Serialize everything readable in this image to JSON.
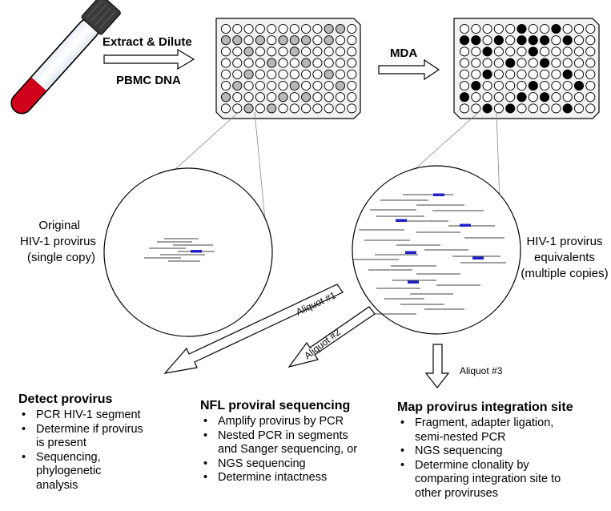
{
  "steps": {
    "extract": "Extract & Dilute",
    "pbmc": "PBMC DNA",
    "mda": "MDA"
  },
  "labels": {
    "original": [
      "Original",
      "HIV-1 provirus",
      "(single copy)"
    ],
    "equivalents": [
      "HIV-1 provirus",
      "equivalents",
      "(multiple copies)"
    ]
  },
  "aliquots": {
    "a1": "Aliquot #1",
    "a2": "Aliquot #2",
    "a3": "Aliquot #3"
  },
  "panels": [
    {
      "title": "Detect provirus",
      "items": [
        "PCR HIV-1 segment",
        "Determine if provirus|is present",
        "Sequencing,|phylogenetic|analysis"
      ]
    },
    {
      "title": "NFL proviral sequencing",
      "items": [
        "Amplify provirus by PCR",
        "Nested PCR in segments|and Sanger sequencing, or",
        "NGS sequencing",
        "Determine intactness"
      ]
    },
    {
      "title": "Map provirus integration site",
      "items": [
        "Fragment, adapter ligation,|semi-nested PCR",
        "NGS sequencing",
        "Determine clonality by|comparing integration site to|other proviruses"
      ]
    }
  ],
  "colors": {
    "blood": "#d0021b",
    "cap": "#3a3a3a",
    "marker": "#2020c8",
    "gray_well": "#b8b8b8",
    "filled_well": "#000000"
  },
  "plate1_gray_wells": [
    [
      0,
      9
    ],
    [
      0,
      10
    ],
    [
      1,
      0
    ],
    [
      1,
      1
    ],
    [
      1,
      3
    ],
    [
      1,
      5
    ],
    [
      1,
      6
    ],
    [
      1,
      7
    ],
    [
      1,
      9
    ],
    [
      2,
      2
    ],
    [
      2,
      6
    ],
    [
      3,
      4
    ],
    [
      3,
      7
    ],
    [
      4,
      2
    ],
    [
      4,
      9
    ],
    [
      5,
      1
    ],
    [
      5,
      6
    ],
    [
      5,
      10
    ],
    [
      6,
      0
    ],
    [
      6,
      5
    ],
    [
      6,
      7
    ],
    [
      7,
      2
    ],
    [
      7,
      4
    ]
  ],
  "plate2_black_wells": [
    [
      0,
      5
    ],
    [
      0,
      8
    ],
    [
      1,
      0
    ],
    [
      1,
      1
    ],
    [
      1,
      3
    ],
    [
      1,
      5
    ],
    [
      1,
      6
    ],
    [
      1,
      7
    ],
    [
      1,
      9
    ],
    [
      2,
      2
    ],
    [
      2,
      6
    ],
    [
      3,
      4
    ],
    [
      3,
      7
    ],
    [
      4,
      2
    ],
    [
      4,
      9
    ],
    [
      5,
      1
    ],
    [
      5,
      6
    ],
    [
      5,
      10
    ],
    [
      6,
      0
    ],
    [
      6,
      5
    ],
    [
      6,
      7
    ],
    [
      7,
      2
    ],
    [
      7,
      4
    ],
    [
      7,
      9
    ]
  ]
}
